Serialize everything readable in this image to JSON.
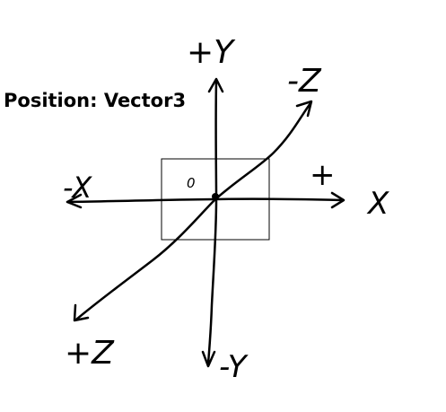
{
  "title": "Position: Vector3",
  "origin_label": "0",
  "axes": {
    "pos_y": "+Y",
    "neg_y": "-Y",
    "pos_x": "+X",
    "neg_x": "-X",
    "pos_z": "+Z",
    "neg_z": "-Z"
  }
}
